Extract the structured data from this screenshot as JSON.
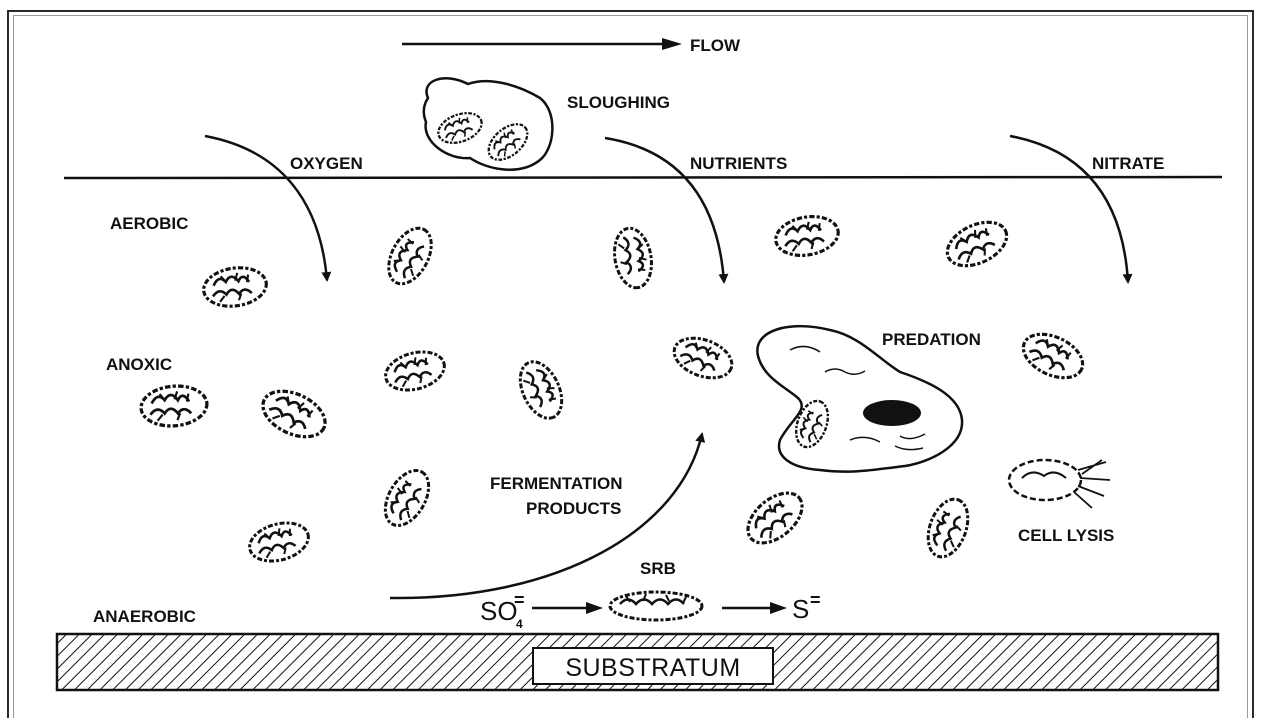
{
  "labels": {
    "flow": "FLOW",
    "sloughing": "SLOUGHING",
    "oxygen": "OXYGEN",
    "nutrients": "NUTRIENTS",
    "nitrate": "NITRATE",
    "aerobic": "AEROBIC",
    "anoxic": "ANOXIC",
    "anaerobic": "ANAEROBIC",
    "predation": "PREDATION",
    "fermentation_line1": "FERMENTATION",
    "fermentation_line2": "PRODUCTS",
    "cell_lysis": "CELL LYSIS",
    "srb": "SRB",
    "so4_base": "SO",
    "so4_sub": "4",
    "so4_sup": "=",
    "sulfide": "S",
    "sulfide_sup": "=",
    "substratum": "SUBSTRATUM"
  },
  "colors": {
    "ink": "#111111",
    "frame": "#2a2a2a",
    "background": "#ffffff"
  }
}
